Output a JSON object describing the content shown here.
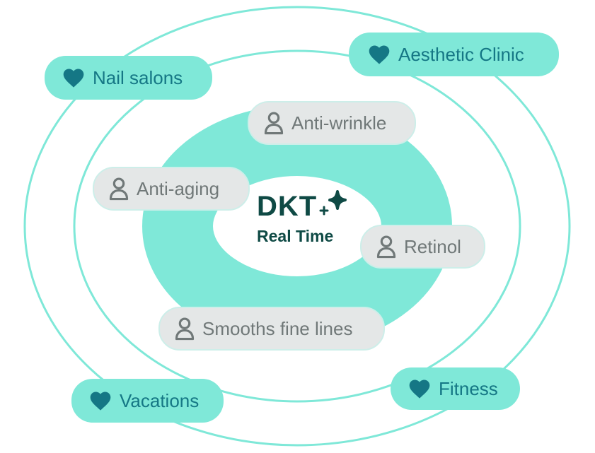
{
  "colors": {
    "ring_stroke": "#7fe8d8",
    "donut_fill": "#7fe8d8",
    "interest_pill_bg": "#7fe8d8",
    "interest_text": "#157785",
    "concern_pill_bg": "#e4e7e7",
    "concern_text": "#707878",
    "brand_text": "#0f4a45"
  },
  "center": {
    "brand": "DKT",
    "subtitle": "Real Time",
    "icon": "sparkle-icon"
  },
  "interests": {
    "icon": "heart-icon",
    "items": [
      {
        "label": "Nail salons"
      },
      {
        "label": "Aesthetic Clinic"
      },
      {
        "label": "Vacations"
      },
      {
        "label": "Fitness"
      }
    ]
  },
  "concerns": {
    "icon": "person-icon",
    "items": [
      {
        "label": "Anti-wrinkle"
      },
      {
        "label": "Anti-aging"
      },
      {
        "label": "Retinol"
      },
      {
        "label": "Smooths fine lines"
      }
    ]
  }
}
